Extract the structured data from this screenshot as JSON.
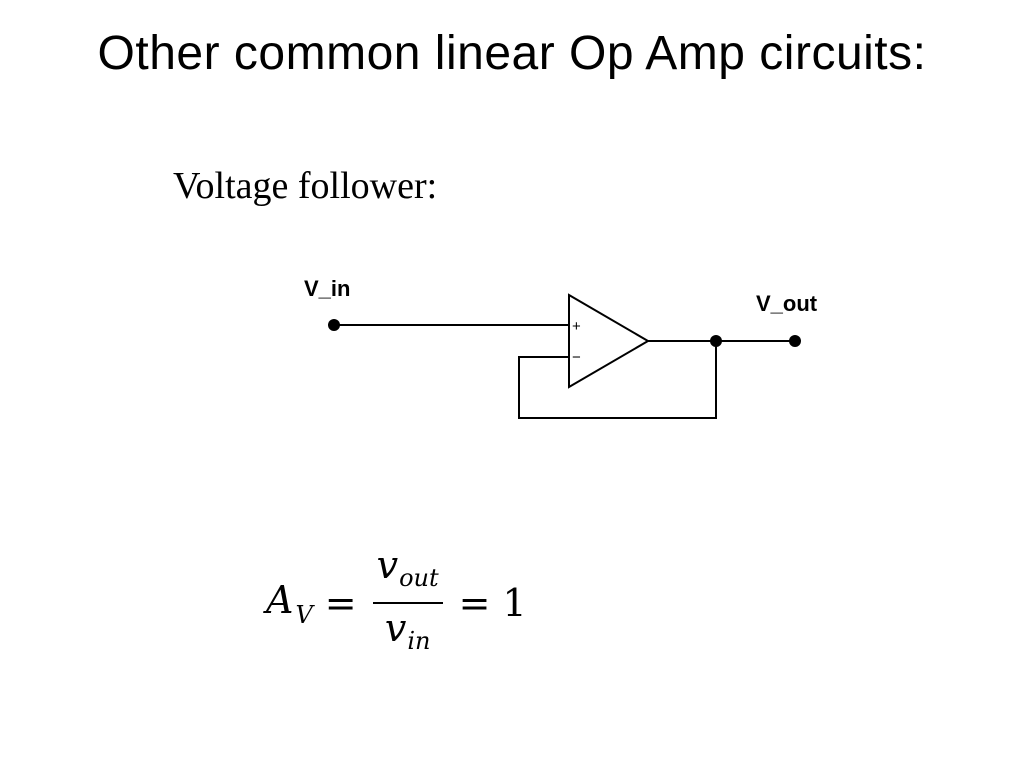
{
  "slide": {
    "title": "Other common linear Op Amp circuits:",
    "subtitle": "Voltage follower:"
  },
  "circuit": {
    "input_label": "V_in",
    "output_label": "V_out",
    "plus_sign": "+",
    "minus_sign": "−"
  },
  "equation": {
    "lhs_base": "A",
    "lhs_sub": "V",
    "equals": "=",
    "num_base": "v",
    "num_sub": "out",
    "den_base": "v",
    "den_sub": "in",
    "result": "1"
  }
}
